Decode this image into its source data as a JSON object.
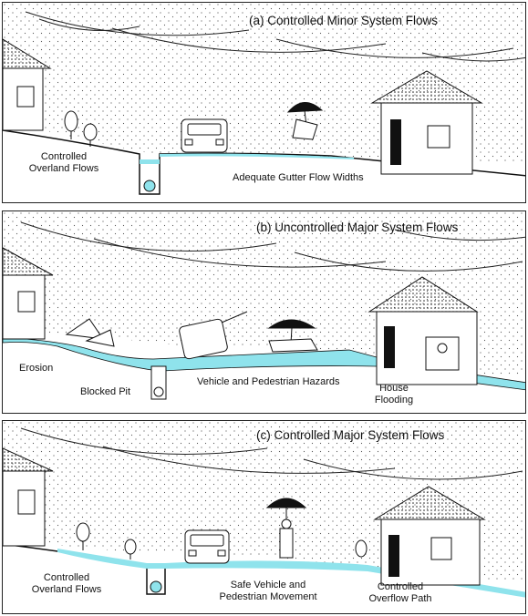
{
  "panels": {
    "a": {
      "title": "(a)  Controlled Minor System Flows",
      "labels": {
        "overland_1": "Controlled",
        "overland_2": "Overland Flows",
        "gutter": "Adequate Gutter Flow Widths"
      }
    },
    "b": {
      "title": "(b)  Uncontrolled Major System Flows",
      "labels": {
        "erosion": "Erosion",
        "blocked_pit": "Blocked Pit",
        "hazards": "Vehicle and Pedestrian Hazards",
        "house_1": "House",
        "house_2": "Flooding"
      }
    },
    "c": {
      "title": "(c)  Controlled Major System Flows",
      "labels": {
        "overland_1": "Controlled",
        "overland_2": "Overland Flows",
        "safe_1": "Safe Vehicle and",
        "safe_2": "Pedestrian Movement",
        "overflow_1": "Controlled",
        "overflow_2": "Overflow Path"
      }
    }
  },
  "colors": {
    "water": "#8fe3ec",
    "ink": "#111111",
    "rain_dot": "#555555"
  }
}
